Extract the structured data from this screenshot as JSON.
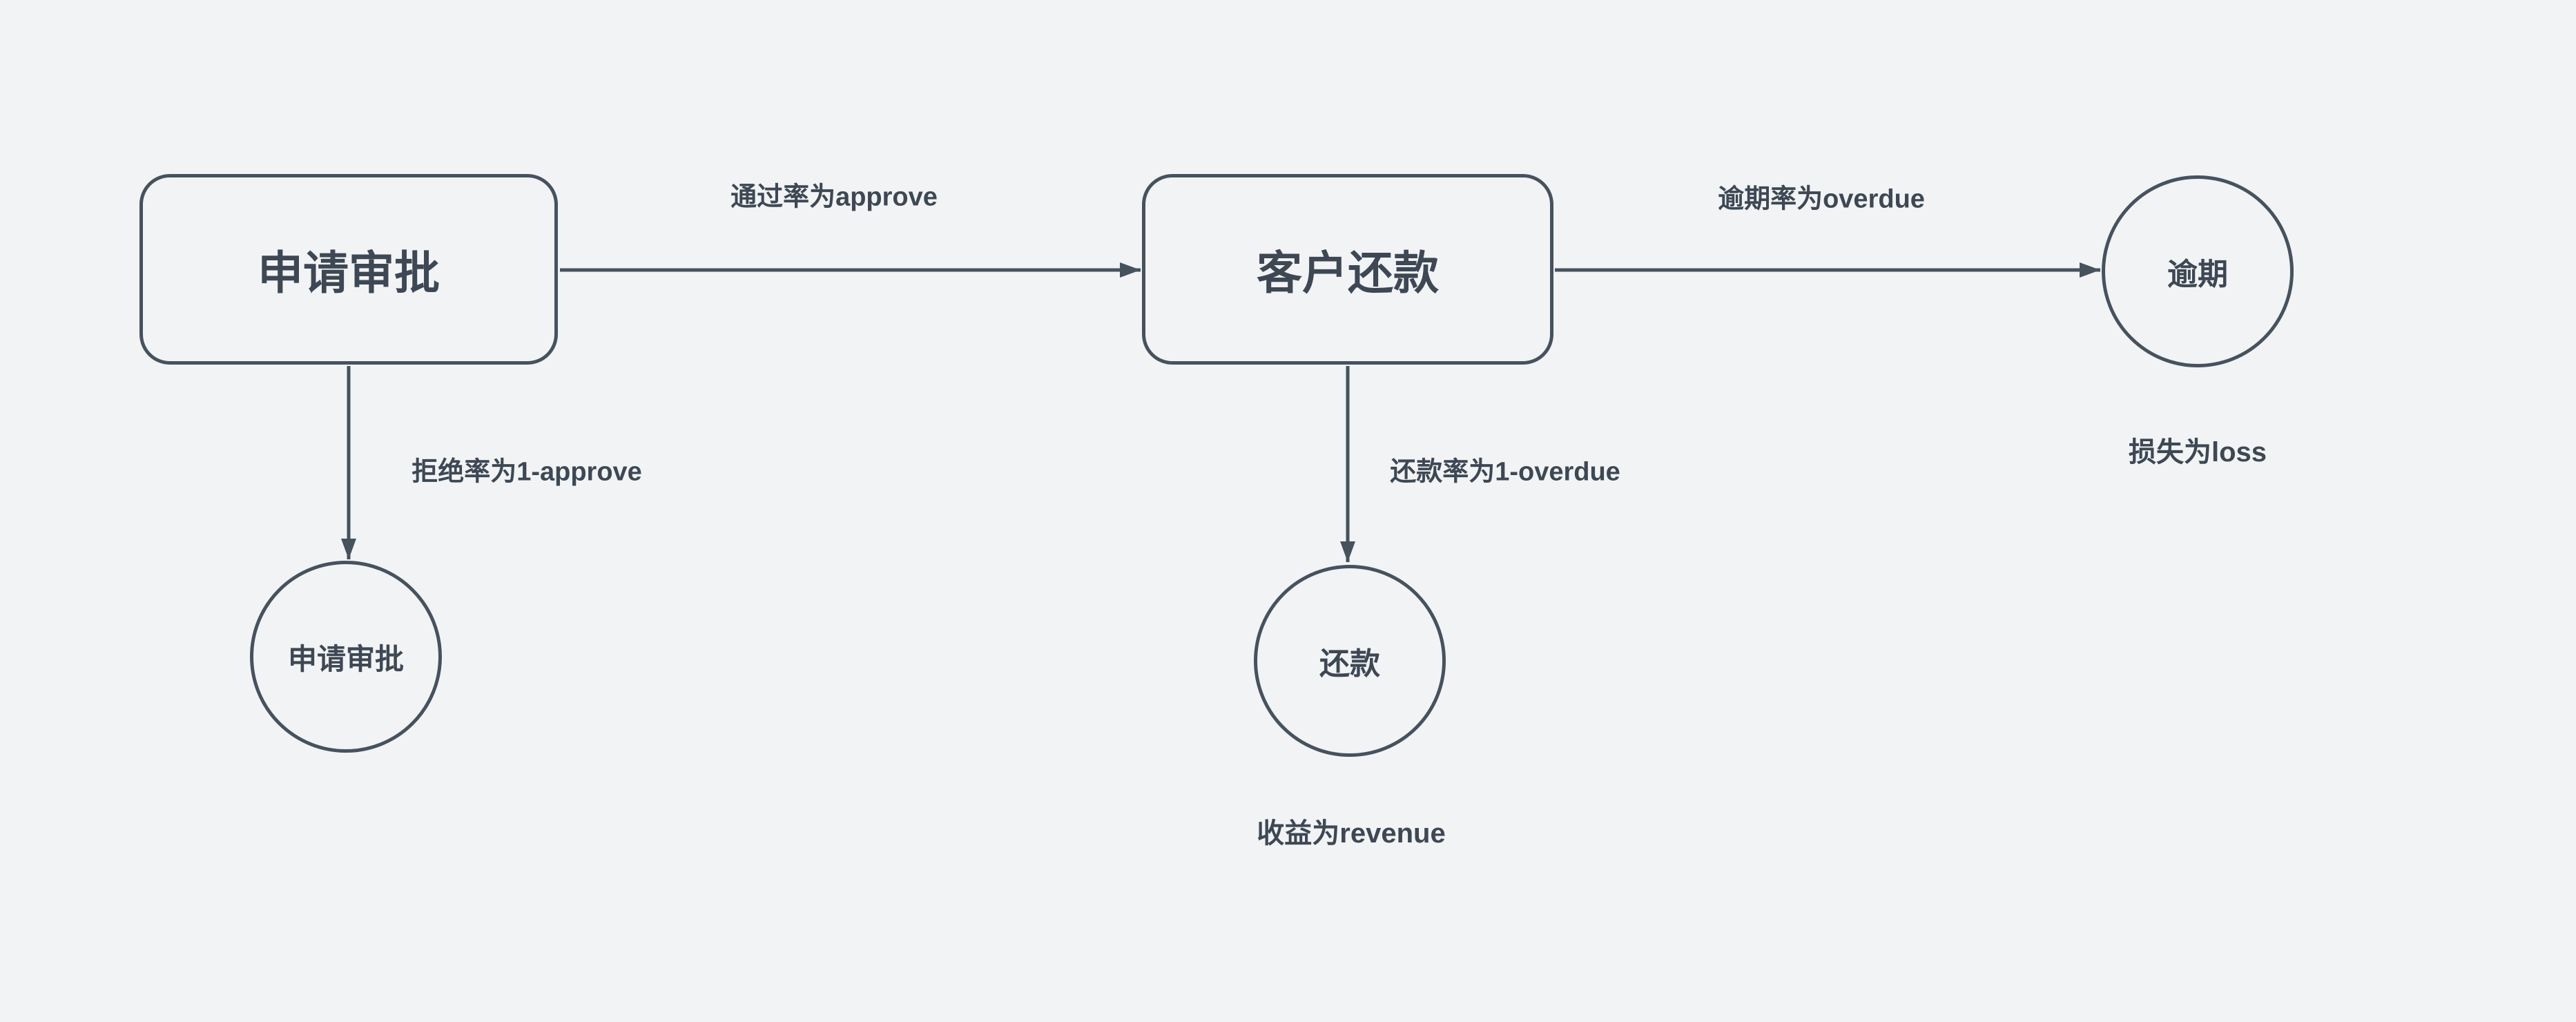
{
  "canvas": {
    "background_color": "#f2f3f5",
    "stroke_color": "#46525e",
    "text_color": "#3d4854"
  },
  "diagram": {
    "nodes": [
      {
        "id": "approval-box",
        "shape": "rounded-rect",
        "label": "申请审批"
      },
      {
        "id": "repayment-box",
        "shape": "rounded-rect",
        "label": "客户还款"
      },
      {
        "id": "overdue-circle",
        "shape": "circle",
        "label": "逾期"
      },
      {
        "id": "reject-circle",
        "shape": "circle",
        "label": "申请审批"
      },
      {
        "id": "repay-circle",
        "shape": "circle",
        "label": "还款"
      }
    ],
    "edges": [
      {
        "from": "approval-box",
        "to": "repayment-box",
        "label": "通过率为approve"
      },
      {
        "from": "repayment-box",
        "to": "overdue-circle",
        "label": "逾期率为overdue"
      },
      {
        "from": "approval-box",
        "to": "reject-circle",
        "label": "拒绝率为1-approve"
      },
      {
        "from": "repayment-box",
        "to": "repay-circle",
        "label": "还款率为1-overdue"
      }
    ],
    "captions": [
      {
        "for": "overdue-circle",
        "text": "损失为loss"
      },
      {
        "for": "repay-circle",
        "text": "收益为revenue"
      }
    ]
  }
}
